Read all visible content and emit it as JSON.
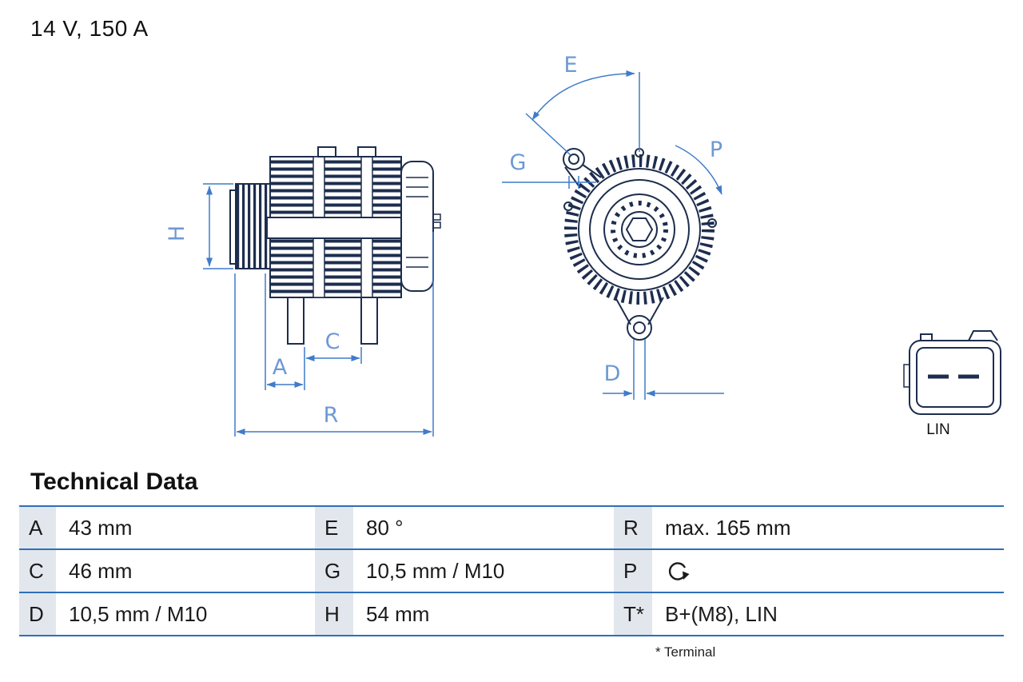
{
  "header": {
    "rating": "14 V, 150 A"
  },
  "dimensions": {
    "H": "H",
    "A": "A",
    "C": "C",
    "R": "R",
    "E": "E",
    "G": "G",
    "P": "P",
    "D": "D"
  },
  "connector": {
    "label": "LIN"
  },
  "technical_data": {
    "title": "Technical Data",
    "rows": [
      {
        "cells": [
          {
            "key": "A",
            "value": "43 mm"
          },
          {
            "key": "E",
            "value": "80 °"
          },
          {
            "key": "R",
            "value": "max. 165 mm"
          }
        ]
      },
      {
        "cells": [
          {
            "key": "C",
            "value": "46 mm"
          },
          {
            "key": "G",
            "value": "10,5 mm / M10"
          },
          {
            "key": "P",
            "value": "",
            "icon": "rotation-arrow-icon"
          }
        ]
      },
      {
        "cells": [
          {
            "key": "D",
            "value": "10,5 mm / M10"
          },
          {
            "key": "H",
            "value": "54 mm"
          },
          {
            "key": "T*",
            "value": "B+(M8), LIN"
          }
        ]
      }
    ],
    "footnote": "* Terminal"
  },
  "colors": {
    "part_line": "#1d2d4d",
    "dimension_blue": "#3f7cc9",
    "label_blue": "#6d99d4",
    "table_line": "#2e6fb9",
    "key_cell_bg": "#e2e7ed"
  }
}
